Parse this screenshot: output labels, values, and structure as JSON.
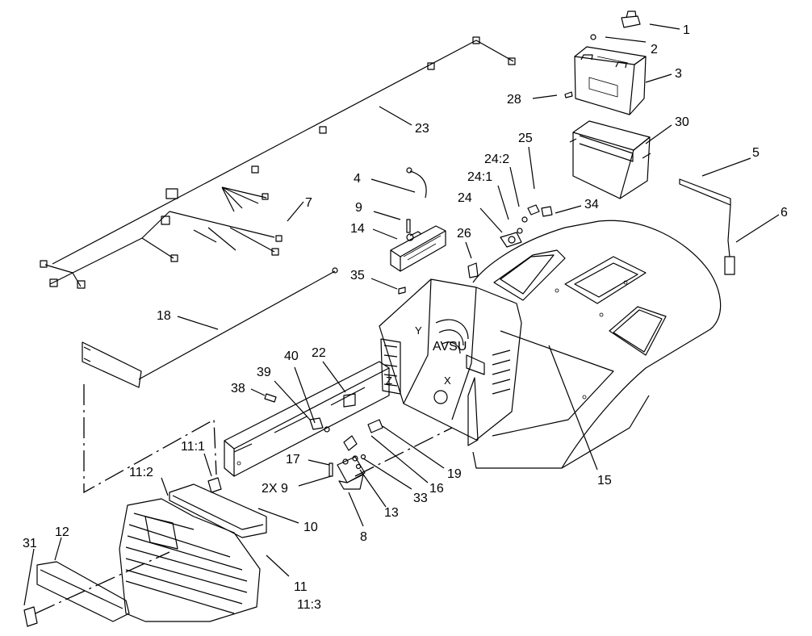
{
  "diagram": {
    "callouts": [
      {
        "id": "c1",
        "text": "1"
      },
      {
        "id": "c2",
        "text": "2"
      },
      {
        "id": "c3",
        "text": "3"
      },
      {
        "id": "c28",
        "text": "28"
      },
      {
        "id": "c23",
        "text": "23"
      },
      {
        "id": "c30",
        "text": "30"
      },
      {
        "id": "c25",
        "text": "25"
      },
      {
        "id": "c24-2",
        "text": "24:2"
      },
      {
        "id": "c24-1",
        "text": "24:1"
      },
      {
        "id": "c5",
        "text": "5"
      },
      {
        "id": "c4",
        "text": "4"
      },
      {
        "id": "c24",
        "text": "24"
      },
      {
        "id": "c34",
        "text": "34"
      },
      {
        "id": "c7",
        "text": "7"
      },
      {
        "id": "c9",
        "text": "9"
      },
      {
        "id": "c6",
        "text": "6"
      },
      {
        "id": "c14",
        "text": "14"
      },
      {
        "id": "c26",
        "text": "26"
      },
      {
        "id": "c35",
        "text": "35"
      },
      {
        "id": "c18",
        "text": "18"
      },
      {
        "id": "c40",
        "text": "40"
      },
      {
        "id": "c22",
        "text": "22"
      },
      {
        "id": "c39",
        "text": "39"
      },
      {
        "id": "c38",
        "text": "38"
      },
      {
        "id": "c11-1",
        "text": "11:1"
      },
      {
        "id": "c17",
        "text": "17"
      },
      {
        "id": "c11-2",
        "text": "11:2"
      },
      {
        "id": "c2x9",
        "text": "2X 9"
      },
      {
        "id": "c19",
        "text": "19"
      },
      {
        "id": "c16",
        "text": "16"
      },
      {
        "id": "c15",
        "text": "15"
      },
      {
        "id": "c33",
        "text": "33"
      },
      {
        "id": "c13",
        "text": "13"
      },
      {
        "id": "c10",
        "text": "10"
      },
      {
        "id": "c8",
        "text": "8"
      },
      {
        "id": "c12",
        "text": "12"
      },
      {
        "id": "c31",
        "text": "31"
      },
      {
        "id": "c11",
        "text": "11"
      },
      {
        "id": "c11-3",
        "text": "11:3"
      }
    ],
    "markers": [
      {
        "id": "my1",
        "text": "Y"
      },
      {
        "id": "mz",
        "text": "Z"
      },
      {
        "id": "mx",
        "text": "X"
      },
      {
        "id": "mov",
        "text": "AVSU"
      }
    ]
  }
}
